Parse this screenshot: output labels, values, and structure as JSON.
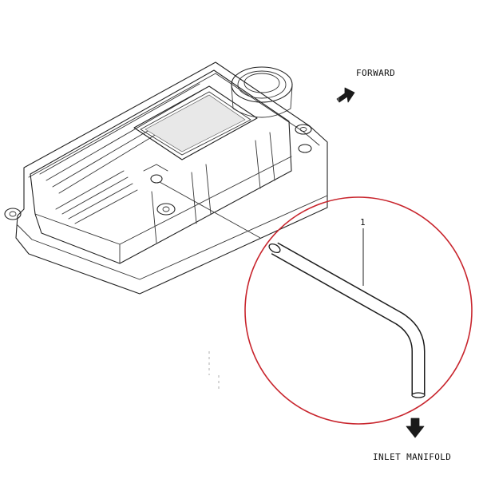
{
  "labels": {
    "forward": "FORWARD",
    "inlet_manifold": "INLET MANIFOLD",
    "part_number": "1"
  },
  "colors": {
    "highlight_circle": "#c8242c",
    "line": "#222222"
  },
  "icons": {
    "forward": "arrow-forward-icon",
    "inlet_manifold": "arrow-down-icon"
  }
}
